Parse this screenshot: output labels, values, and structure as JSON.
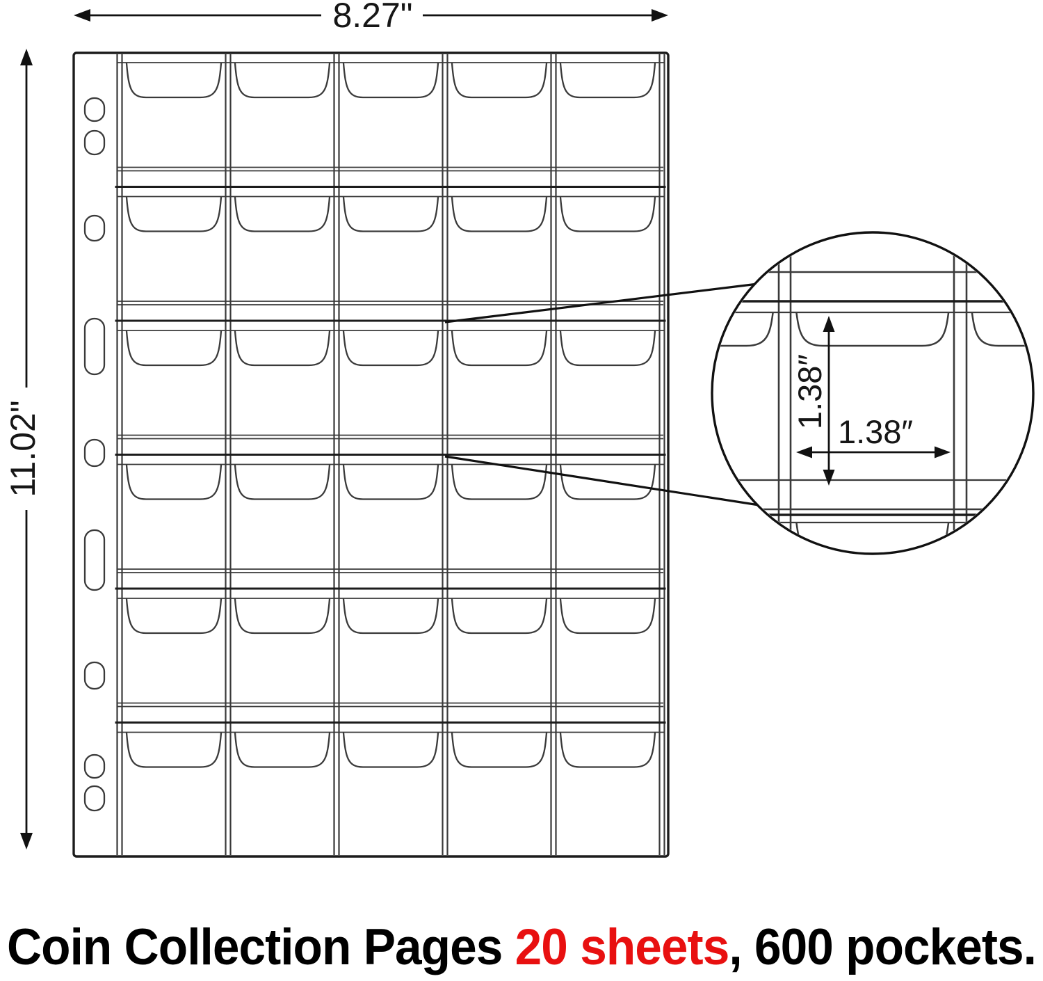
{
  "dimensions": {
    "sheet_width": "8.27\"",
    "sheet_height": "11.02\"",
    "pocket_width": "1.38″",
    "pocket_height": "1.38″"
  },
  "sheet": {
    "rows": 6,
    "columns": 5,
    "binder_hole_count": 9
  },
  "caption": {
    "prefix": "Coin Collection Pages ",
    "highlight": "20 sheets",
    "suffix": ", 600 pockets.",
    "text_color": "#000000",
    "highlight_color": "#e81010"
  },
  "colors": {
    "background": "#ffffff",
    "line_strong": "#1c1c1c",
    "line_thin": "#3a3a3a"
  }
}
